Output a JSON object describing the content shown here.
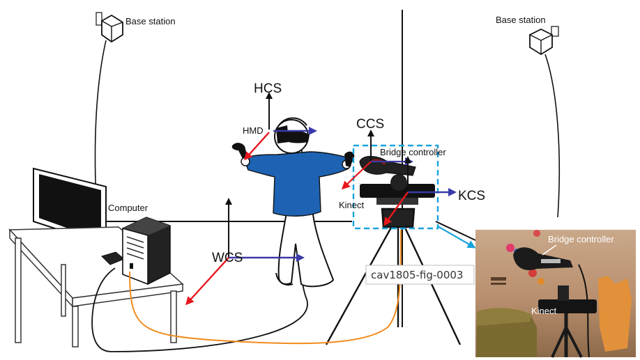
{
  "labels": {
    "base_station_left": "Base station",
    "base_station_right": "Base station",
    "hcs": "HCS",
    "hmd": "HMD",
    "ccs": "CCS",
    "bridge_controller": "Bridge controller",
    "kinect": "Kinect",
    "kcs": "KCS",
    "computer": "Computer",
    "wcs": "WCS"
  },
  "photo": {
    "bridge_controller": "Bridge controller",
    "kinect": "Kinect"
  },
  "figure_tag": "cav1805-fig-0003",
  "colors": {
    "axis_up": "#111111",
    "axis_forward": "#e8171d",
    "axis_side": "#3a3aa8",
    "cable": "#f28a1c",
    "highlight": "#1aa3dc",
    "sweater": "#1e63b3"
  }
}
